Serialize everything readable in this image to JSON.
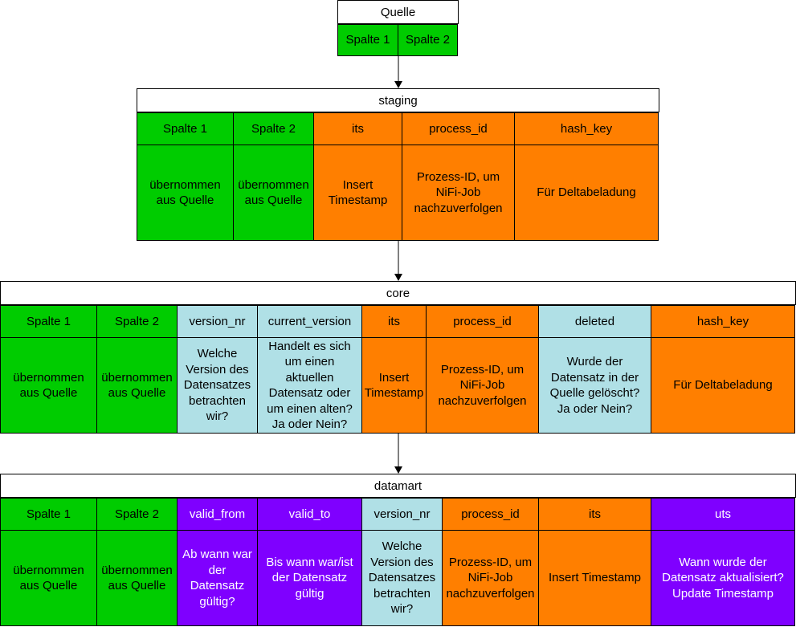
{
  "colors": {
    "green": "#00cc00",
    "orange": "#ff7f00",
    "light_blue": "#b0e0e6",
    "purple": "#7f00ff"
  },
  "tables": [
    {
      "id": "quelle",
      "title": "Quelle",
      "columns": [
        {
          "name": "Spalte 1",
          "color": "green"
        },
        {
          "name": "Spalte 2",
          "color": "green"
        }
      ]
    },
    {
      "id": "staging",
      "title": "staging",
      "columns": [
        {
          "name": "Spalte 1",
          "desc": "übernommen\naus Quelle",
          "color": "green"
        },
        {
          "name": "Spalte 2",
          "desc": "übernommen\naus Quelle",
          "color": "green"
        },
        {
          "name": "its",
          "desc": "Insert\nTimestamp",
          "color": "orange"
        },
        {
          "name": "process_id",
          "desc": "Prozess-ID, um\nNiFi-Job\nnachzuverfolgen",
          "color": "orange"
        },
        {
          "name": "hash_key",
          "desc": "Für Deltabeladung",
          "color": "orange"
        }
      ]
    },
    {
      "id": "core",
      "title": "core",
      "columns": [
        {
          "name": "Spalte 1",
          "desc": "übernommen\naus Quelle",
          "color": "green"
        },
        {
          "name": "Spalte 2",
          "desc": "übernommen\naus Quelle",
          "color": "green"
        },
        {
          "name": "version_nr",
          "desc": "Welche\nVersion des\nDatensatzes\nbetrachten\nwir?",
          "color": "light_blue"
        },
        {
          "name": "current_version",
          "desc": "Handelt es sich\num einen\naktuellen\nDatensatz oder\num einen alten?\nJa oder Nein?",
          "color": "light_blue"
        },
        {
          "name": "its",
          "desc": "Insert\nTimestamp",
          "color": "orange"
        },
        {
          "name": "process_id",
          "desc": "Prozess-ID, um\nNiFi-Job\nnachzuverfolgen",
          "color": "orange"
        },
        {
          "name": "deleted",
          "desc": "Wurde der\nDatensatz in der\nQuelle gelöscht?\nJa oder Nein?",
          "color": "light_blue"
        },
        {
          "name": "hash_key",
          "desc": "Für Deltabeladung",
          "color": "orange"
        }
      ]
    },
    {
      "id": "datamart",
      "title": "datamart",
      "columns": [
        {
          "name": "Spalte 1",
          "desc": "übernommen\naus Quelle",
          "color": "green"
        },
        {
          "name": "Spalte 2",
          "desc": "übernommen\naus Quelle",
          "color": "green"
        },
        {
          "name": "valid_from",
          "desc": "Ab wann war\nder\nDatensatz\ngültig?",
          "color": "purple"
        },
        {
          "name": "valid_to",
          "desc": "Bis wann war/ist\nder Datensatz\ngültig",
          "color": "purple"
        },
        {
          "name": "version_nr",
          "desc": "Welche\nVersion des\nDatensatzes\nbetrachten\nwir?",
          "color": "light_blue"
        },
        {
          "name": "process_id",
          "desc": "Prozess-ID, um\nNiFi-Job\nnachzuverfolgen",
          "color": "orange"
        },
        {
          "name": "its",
          "desc": "Insert Timestamp",
          "color": "orange"
        },
        {
          "name": "uts",
          "desc": "Wann wurde der\nDatensatz aktualisiert?\nUpdate Timestamp",
          "color": "purple"
        }
      ]
    }
  ]
}
